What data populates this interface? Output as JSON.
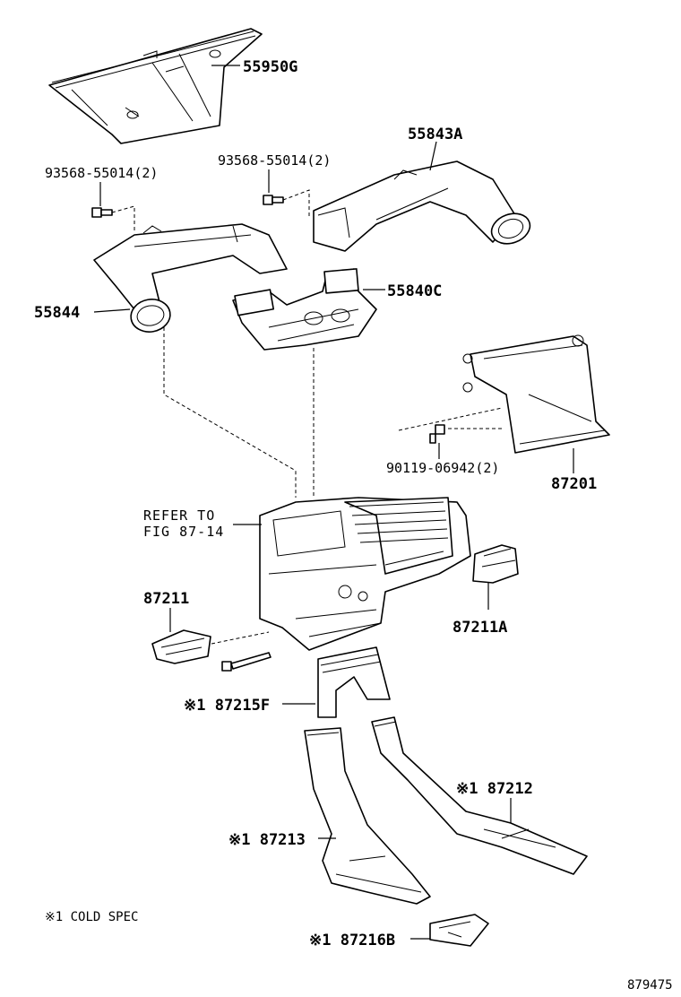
{
  "labels": {
    "p55950g": "55950G",
    "bolt_left": "93568-55014(2)",
    "bolt_mid": "93568-55014(2)",
    "p55843a": "55843A",
    "p55844": "55844",
    "p55840c": "55840C",
    "p87201": "87201",
    "screw": "90119-06942(2)",
    "refer_line1": "REFER TO",
    "refer_line2": "FIG 87-14",
    "p87211": "87211",
    "p87211a": "87211A",
    "p87215f": "※1 87215F",
    "p87212": "※1 87212",
    "p87213": "※1 87213",
    "p87216b": "※1 87216B",
    "footnote": "※1 COLD SPEC",
    "figure_id": "879475"
  }
}
